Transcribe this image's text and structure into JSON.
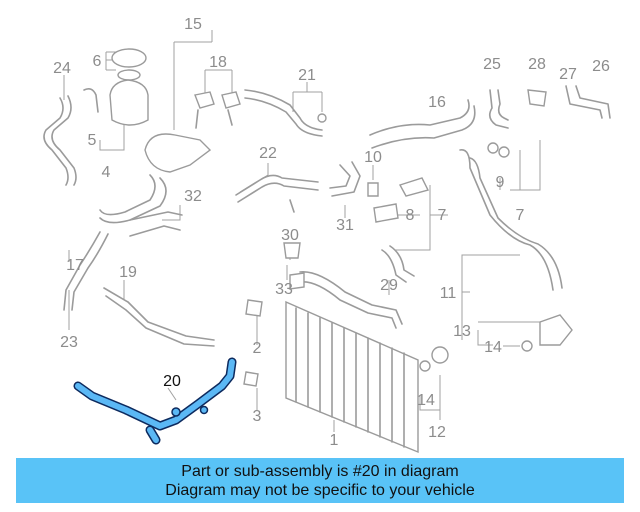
{
  "diagram": {
    "highlighted_part": "20",
    "highlight_color": "#5bb8f5",
    "callouts": [
      "1",
      "2",
      "3",
      "4",
      "5",
      "6",
      "7",
      "8",
      "9",
      "10",
      "11",
      "12",
      "13",
      "14",
      "15",
      "16",
      "17",
      "18",
      "19",
      "20",
      "21",
      "22",
      "23",
      "24",
      "25",
      "26",
      "27",
      "28",
      "29",
      "30",
      "31",
      "32",
      "33"
    ]
  },
  "banner": {
    "line1": "Part or sub-assembly is #20 in diagram",
    "line2": "Diagram may not be specific to your vehicle",
    "background": "#59c3f7"
  }
}
